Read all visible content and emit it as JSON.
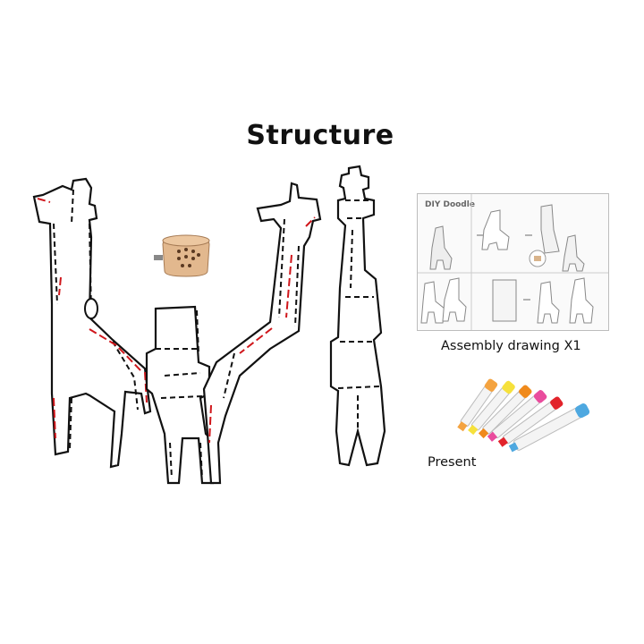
{
  "title": "Structure",
  "assembly": {
    "caption": "Assembly drawing X1",
    "sheet_title": "DIY Doodle"
  },
  "present": {
    "caption": "Present",
    "marker_cap_colors": [
      "#f4a340",
      "#f6e13c",
      "#f08a1c",
      "#e94c9d",
      "#e2232b",
      "#4ea8e0"
    ]
  },
  "colors": {
    "cut_line": "#111111",
    "fold_line": "#111111",
    "glue_line": "#d0161b",
    "sound_box": "#e2b88e"
  },
  "icons": [
    "giraffe-piece-icon",
    "sound-box-icon",
    "marker-pen-icon"
  ]
}
